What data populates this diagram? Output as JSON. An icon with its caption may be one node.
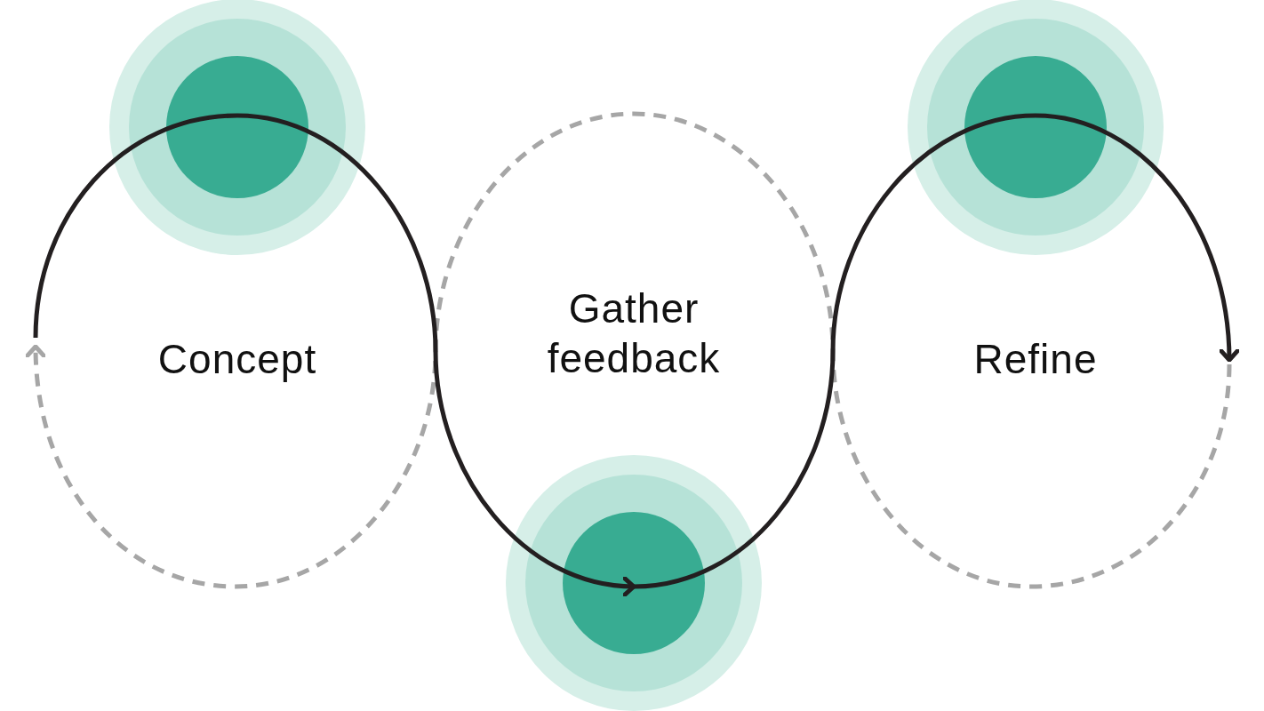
{
  "diagram": {
    "nodes": [
      {
        "text": [],
        "shape": "circle"
      },
      {
        "text": [],
        "shape": "circle"
      },
      {
        "text": [],
        "shape": "circle"
      }
    ],
    "edges": [
      {
        "from": null,
        "to": 0,
        "arrow": "none"
      },
      {
        "from": 0,
        "to": 1,
        "arrow": "to"
      },
      {
        "from": 1,
        "to": 2,
        "arrow": "none"
      },
      {
        "from": 2,
        "to": null,
        "arrow": "to"
      }
    ],
    "labels": [
      "Concept",
      "Gather feedback",
      "Refine"
    ]
  }
}
